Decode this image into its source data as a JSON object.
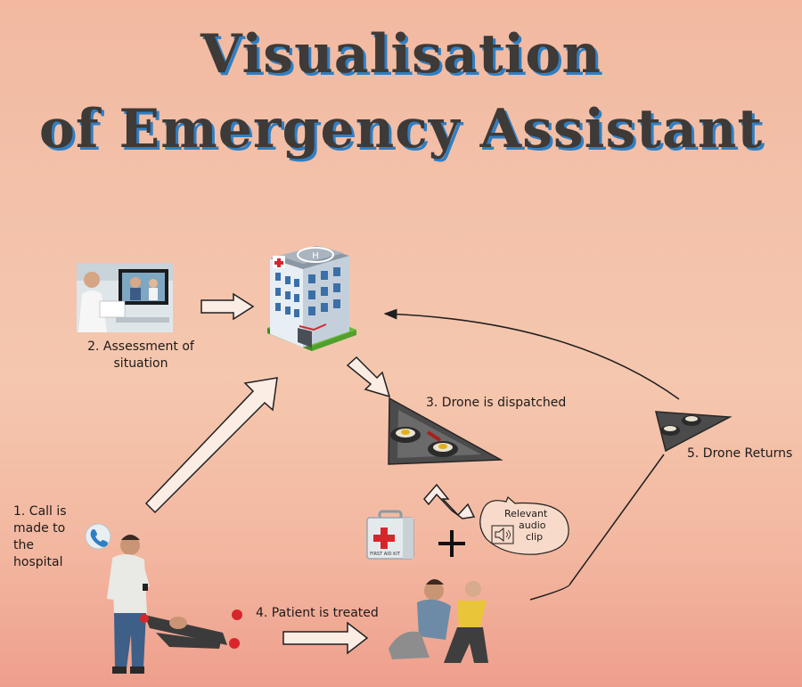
{
  "title": {
    "line1": "Visualisation",
    "line2": "of Emergency Assistant"
  },
  "steps": {
    "call": [
      "1. Call is",
      "made to",
      "the",
      "hospital"
    ],
    "assessment": [
      "2. Assessment of",
      "situation"
    ],
    "dispatch": "3. Drone is dispatched",
    "treatment": "4. Patient is treated",
    "returns": "5. Drone Returns"
  },
  "bubble": [
    "Relevant",
    "audio",
    "clip"
  ],
  "kit_text": "FIRST AID KIT",
  "helipad_letter": "H",
  "icons": [
    "doctor-video-call-photo",
    "hospital-icon",
    "drone-icon",
    "phone-icon",
    "first-aid-kit-icon",
    "speaker-icon",
    "caller-person",
    "collapsed-patient",
    "patient-treatment-photo"
  ],
  "colors": {
    "title_text": "#3e3a37",
    "title_shadow": "#2f7fc4",
    "arrow": "#1f1f1f",
    "cross": "#d7262b"
  }
}
